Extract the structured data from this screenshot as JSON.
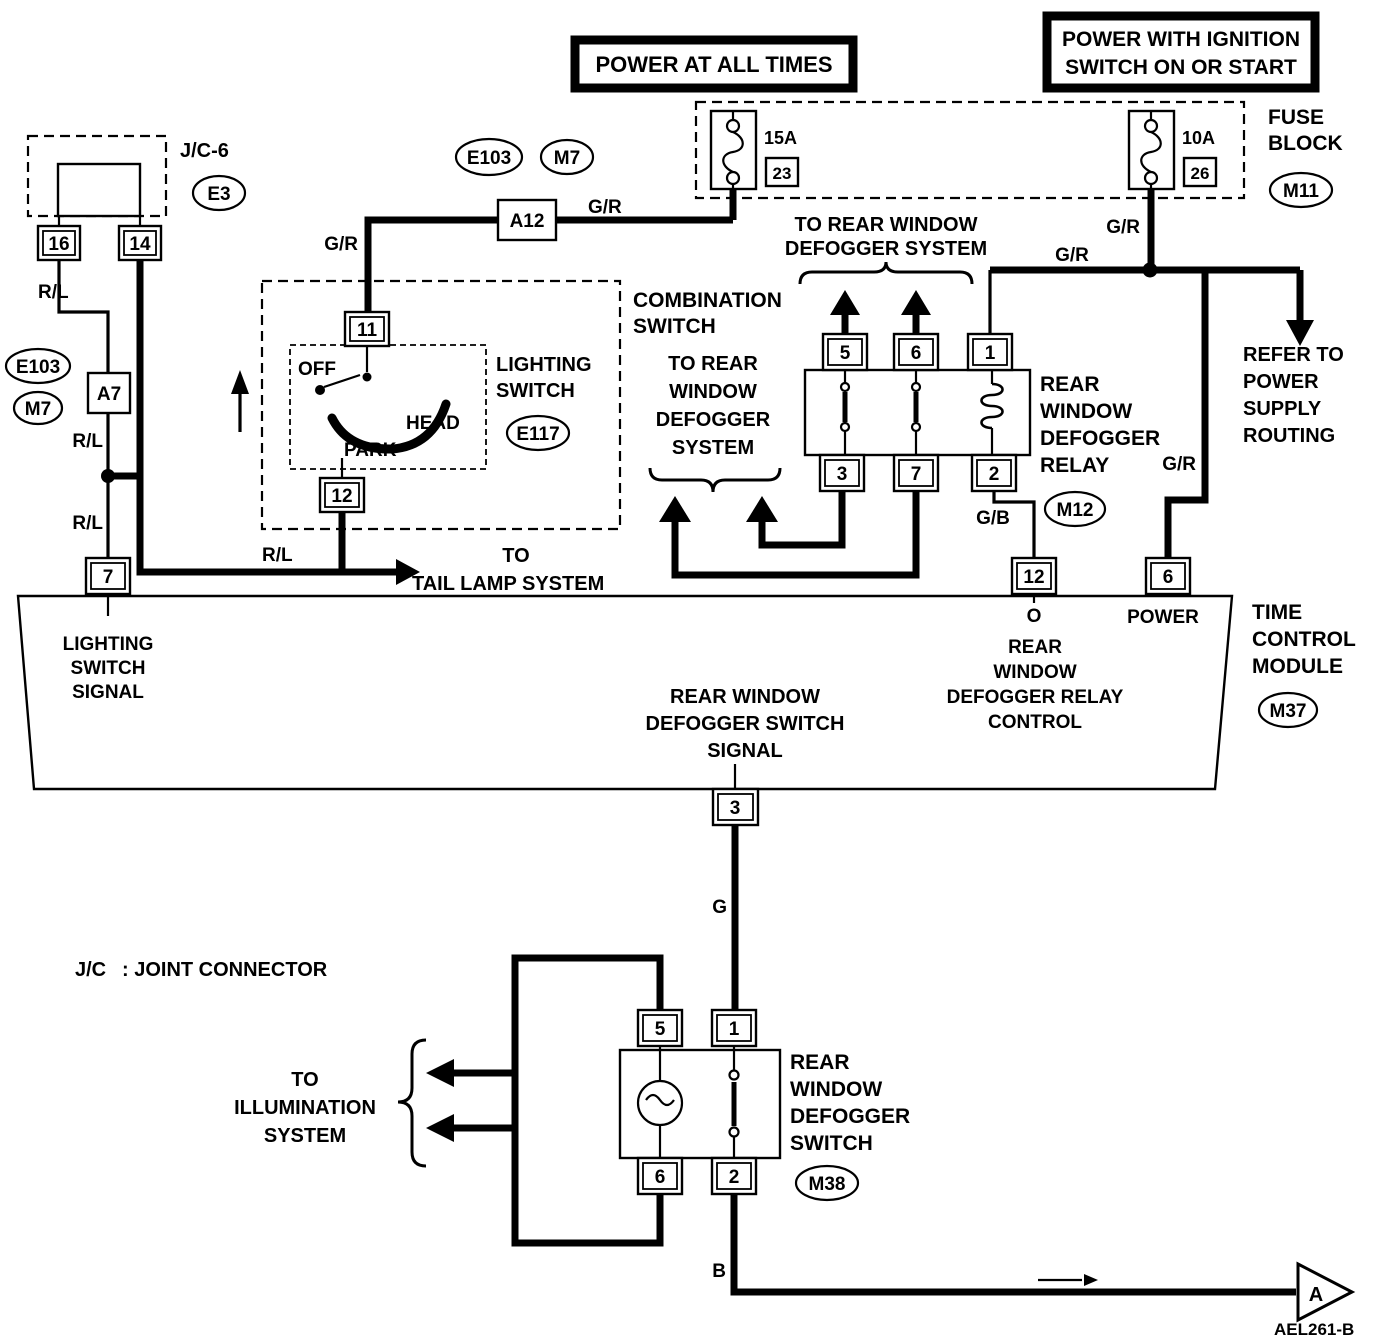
{
  "banners": {
    "power_at_all_times": "POWER AT ALL TIMES",
    "power_with_ignition": [
      "POWER WITH IGNITION",
      "SWITCH ON OR START"
    ]
  },
  "fuse_block": {
    "label": [
      "FUSE",
      "BLOCK"
    ],
    "id_oval": "M11",
    "fuses": [
      {
        "rating": "15A",
        "number": "23"
      },
      {
        "rating": "10A",
        "number": "26"
      }
    ]
  },
  "jc6": {
    "label": "J/C-6",
    "id_oval": "E3",
    "pins": [
      "16",
      "14"
    ]
  },
  "a12": {
    "label": "A12",
    "ovals": [
      "E103",
      "M7"
    ]
  },
  "a7": {
    "label": "A7",
    "ovals": [
      "E103",
      "M7"
    ]
  },
  "lighting_switch": {
    "label": [
      "LIGHTING",
      "SWITCH"
    ],
    "id_oval": "E117",
    "pin_top": "11",
    "pin_bottom": "12",
    "positions": {
      "off": "OFF",
      "head": "HEAD",
      "park": "PARK"
    }
  },
  "combination_switch": {
    "label": [
      "COMBINATION",
      "SWITCH"
    ]
  },
  "defogger_relay": {
    "label": [
      "REAR",
      "WINDOW",
      "DEFOGGER",
      "RELAY"
    ],
    "id_oval": "M12",
    "pins_top": [
      "5",
      "6",
      "1"
    ],
    "pins_bottom": [
      "3",
      "7",
      "2"
    ]
  },
  "time_control_module": {
    "label": [
      "TIME",
      "CONTROL",
      "MODULE"
    ],
    "id_oval": "M37",
    "pin_lighting": "7",
    "pin_relay_control": "12",
    "pin_power": "6",
    "pin_switch_signal": "3",
    "lighting_signal_label": [
      "LIGHTING",
      "SWITCH",
      "SIGNAL"
    ],
    "switch_signal_label": [
      "REAR WINDOW",
      "DEFOGGER SWITCH",
      "SIGNAL"
    ],
    "relay_control_label": [
      "REAR",
      "WINDOW",
      "DEFOGGER RELAY",
      "CONTROL"
    ],
    "power_label": "POWER",
    "o_label": "O"
  },
  "defogger_switch": {
    "label": [
      "REAR",
      "WINDOW",
      "DEFOGGER",
      "SWITCH"
    ],
    "id_oval": "M38",
    "pins_top": [
      "5",
      "1"
    ],
    "pins_bottom": [
      "6",
      "2"
    ]
  },
  "wire_labels": {
    "rl_16": "R/L",
    "rl_a7": "R/L",
    "rl_pin7": "R/L",
    "rl_tail": "R/L",
    "gr_a12_right": "G/R",
    "gr_a12_left": "G/R",
    "gr_fuse2": "G/R",
    "gr_junction": "G/R",
    "gr_tcm": "G/R",
    "gb": "G/B",
    "g": "G",
    "b": "B"
  },
  "annotations": {
    "to_defogger_top": [
      "TO REAR WINDOW",
      "DEFOGGER SYSTEM"
    ],
    "to_defogger_left": [
      "TO REAR",
      "WINDOW",
      "DEFOGGER",
      "SYSTEM"
    ],
    "to_tail_lamp": [
      "TO",
      "TAIL LAMP SYSTEM"
    ],
    "refer_to_power": [
      "REFER TO",
      "POWER",
      "SUPPLY",
      "ROUTING"
    ],
    "to_illumination": [
      "TO",
      "ILLUMINATION",
      "SYSTEM"
    ],
    "jc_term": "J/C",
    "jc_def": ": JOINT CONNECTOR",
    "connector_a": "A",
    "doc_code": "AEL261-B"
  }
}
